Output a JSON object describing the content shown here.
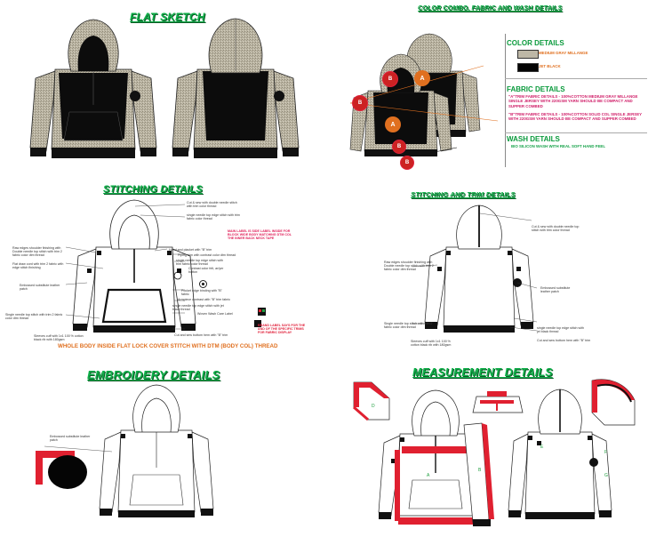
{
  "titles": {
    "flat_sketch": "FLAT SKETCH",
    "color_combo": "COLOR COMBO, FABRIC AND WASH DETAILS",
    "stitching_details": "STITCHING DETAILS",
    "stitching_trim": "STITCHING AND TRIM DETAILS",
    "embroidery": "EMBROIDERY DETAILS",
    "measurement": "MEASUREMENT DETAILS"
  },
  "color_details": {
    "heading": "COLOR DETAILS",
    "items": [
      {
        "label": "MEDIUM GRAY MILLANGE",
        "color": "#bdb7a6"
      },
      {
        "label": "JET BLACK",
        "color": "#050505"
      }
    ]
  },
  "fabric_details": {
    "heading": "FABRIC DETAILS",
    "a_trim": "\"A\"TRIM FABRIC DETAILS - 100%COTTON MEDIUM GRAY MILLANGE SINGLE JERSEY WITH 220GSM YARN SHOULD BE COMPACT AND SUPPER COMBED",
    "b_trim": "\"B\"TRIM FABRIC DETAILS - 100%COTTON SOLID COL SINGLE JERSEY WITH 220GSM YARN SHOULD BE COMPACT AND SUPPER COMBED"
  },
  "wash_details": {
    "heading": "WASH DETAILS",
    "text": "BIO SILICON WASH WITH REAL SOFT HAND FEEL"
  },
  "combo_markers": [
    "A",
    "A",
    "B",
    "B",
    "B",
    "B"
  ],
  "stitch_left_notes": [
    "Raw edges shoulder finishing with Double needle top stitch with trim 2 fabric color dtm thread",
    "Flat draw cord with trim 2 fabric with edge stitch finishing",
    "Embossed substitute leather patch",
    "Single needle top stitch with trim 2 fabric color dtm thread",
    "Sleeves cuff with 1x1 100 % cotton black rib with 180gsm"
  ],
  "stitch_right_notes": [
    "Cut & sew with double needle stitch with trim color thread",
    "single needle top edge stitch with trim fabric color thread",
    "Hood and placket with \"B\" trim",
    "Piping trim with contrast color dtm thread",
    "single needle top edge stitch with trim fabric color thread",
    "Contrast color felt, ar/yer button",
    "Pocket edge binding with \"B\" fabric",
    "Armpiece contrast with \"B\" trim fabric",
    "single needle top edge stitch with jet black thread",
    "Woven Wash Care Label",
    "Cut and sew bottom hem with \"B\" trim"
  ],
  "stitch_pink_note": "MAIN LABEL IS SIDE LABEL INSIDE FOR BLOCK WIDE BODY MATCHING DTM COL THE INNER BACK NECK TAPE",
  "stitch_orange_note": "BRAND LABEL SAYS FOR THE AND OF THE SPECIFIC TRIMS FOR FABRIC DISPLAY",
  "stitch_bottom": "WHOLE BODY INSIDE FLAT LOCK COVER STITCH WITH DTM (BODY COL) THREAD",
  "trim_notes": [
    "Cut & sew with double needle top stitch with trim color thread",
    "Raw edges shoulder finishing with Double needle top stitch with trim 2 fabric color dtm thread",
    "Embossed substitute leather patch",
    "Single needle top stitch with trim 2 fabric color dtm thread",
    "single needle top edge stitch with jet black thread",
    "Sleeves cuff with 1x1 100 % cotton black rib with 180gsm",
    "Cut and sew bottom hem with \"B\" trim"
  ],
  "embroidery_note": "Embossed substitute leather patch",
  "measurement_letters": [
    "A",
    "B",
    "C",
    "D",
    "E",
    "F",
    "G"
  ]
}
